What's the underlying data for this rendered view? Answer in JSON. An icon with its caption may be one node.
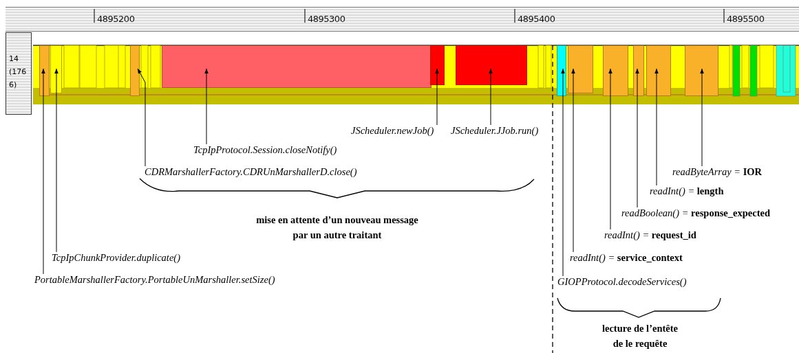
{
  "diagram": {
    "nodes": [
      {
        "text": [],
        "shape": "box"
      },
      {
        "text": [],
        "shape": "box"
      },
      {
        "text": [],
        "shape": "box"
      },
      {
        "text": [],
        "shape": "box"
      },
      {
        "text": [],
        "shape": "box"
      },
      {
        "text": [],
        "shape": "box"
      },
      {
        "text": [],
        "shape": "box"
      },
      {
        "text": [],
        "shape": "box"
      },
      {
        "text": [],
        "shape": "box"
      },
      {
        "text": [],
        "shape": "box"
      },
      {
        "text": [],
        "shape": "box"
      },
      {
        "text": [],
        "shape": "box"
      },
      {
        "text": [
          "PortableMarshallerFactory.PortableUnMarshaller.setSize()"
        ]
      },
      {
        "text": [
          "TcpIpChunkProvider.duplicate()"
        ]
      },
      {
        "text": [
          "CDRMarshallerFactory.CDRUnMarshallerD.close()"
        ]
      },
      {
        "text": [
          "TcpIpProtocol.Session.closeNotify()"
        ]
      },
      {
        "text": [
          "JScheduler.newJob()"
        ]
      },
      {
        "text": [
          "JScheduler.JJob.run()"
        ]
      },
      {
        "text": [
          "GIOPProtocol.decodeServices()"
        ]
      },
      {
        "text": [
          "readInt() = **service_context**"
        ]
      },
      {
        "text": [
          "readInt() = **request_id**"
        ]
      },
      {
        "text": [
          "readBoolean() = **response_expected**"
        ]
      },
      {
        "text": [
          "readInt() = **length**"
        ]
      },
      {
        "text": [
          "readByteArray = **IOR**"
        ]
      }
    ],
    "edges": [
      {
        "from": 12,
        "to": 0,
        "arrow": "to"
      },
      {
        "from": 13,
        "to": 1,
        "arrow": "to"
      },
      {
        "from": 14,
        "to": 2,
        "arrow": "to"
      },
      {
        "from": 15,
        "to": 3,
        "arrow": "to"
      },
      {
        "from": 16,
        "to": 4,
        "arrow": "to"
      },
      {
        "from": 17,
        "to": 5,
        "arrow": "to"
      },
      {
        "from": 18,
        "to": 6,
        "arrow": "to"
      },
      {
        "from": 19,
        "to": 7,
        "arrow": "to"
      },
      {
        "from": 20,
        "to": 8,
        "arrow": "to"
      },
      {
        "from": 21,
        "to": 9,
        "arrow": "to"
      },
      {
        "from": 22,
        "to": 10,
        "arrow": "to"
      },
      {
        "from": 23,
        "to": 11,
        "arrow": "to"
      }
    ],
    "labels": [
      "4895200",
      "4895300",
      "4895400",
      "4895500",
      "14 (1766)",
      "mise en attente d’un nouveau message par un autre traitant",
      "lecture de l’entête de le requête"
    ]
  }
}
